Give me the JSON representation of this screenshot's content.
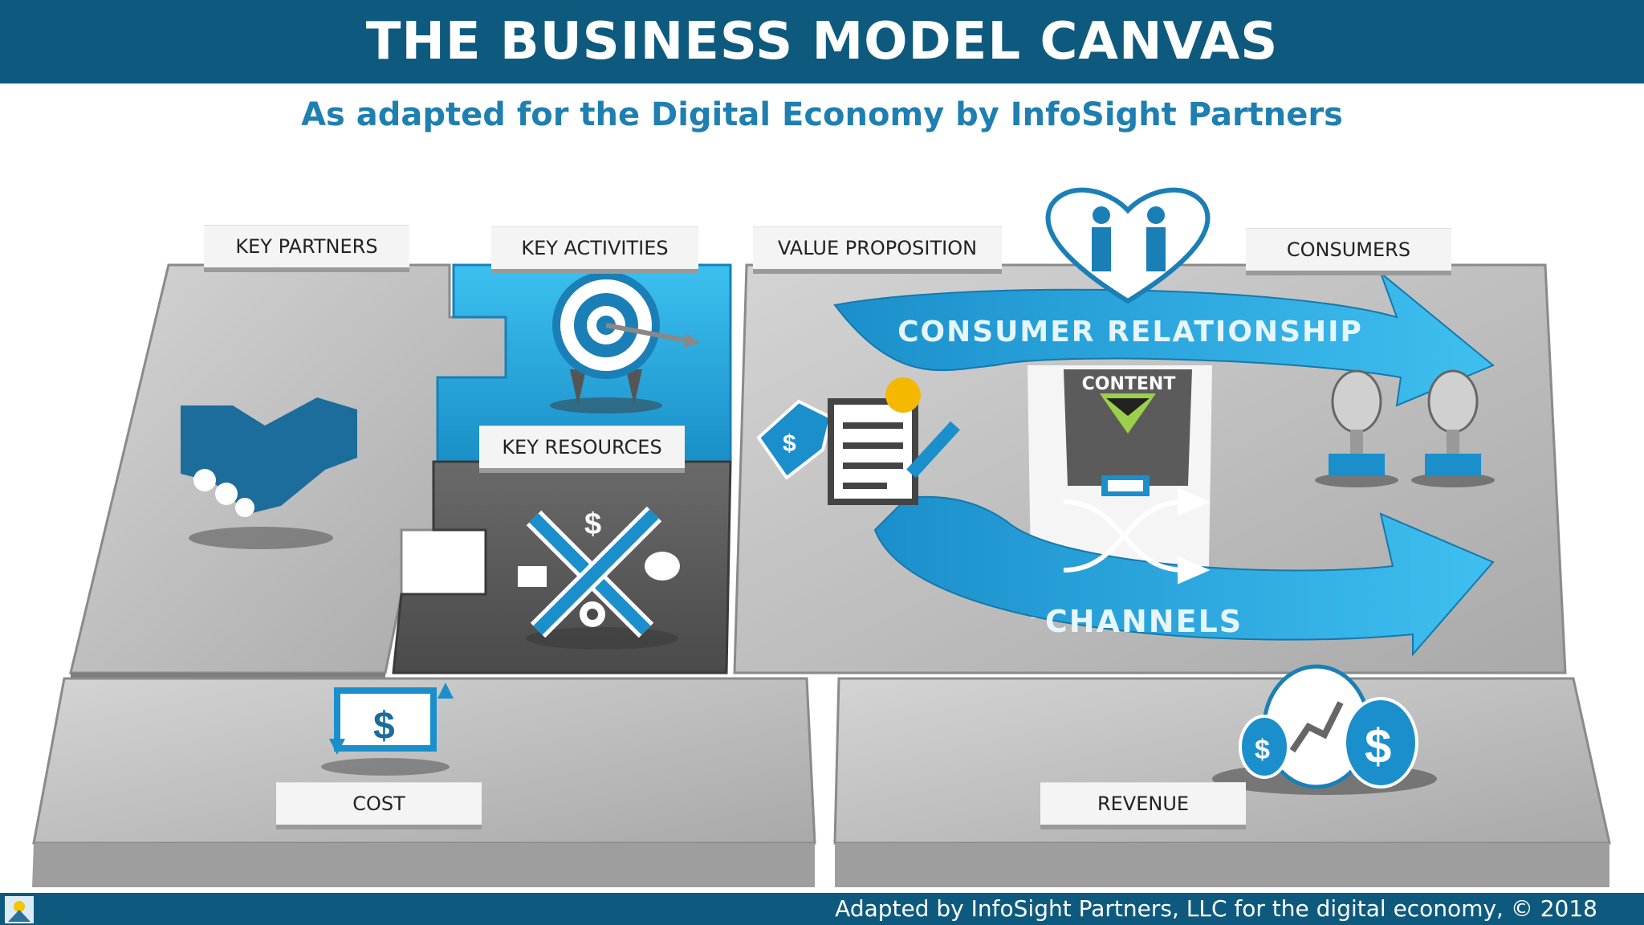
{
  "header": {
    "title": "THE BUSINESS MODEL CANVAS"
  },
  "subtitle": "As adapted for the Digital Economy by InfoSight Partners",
  "blocks": {
    "key_partners": "KEY PARTNERS",
    "key_activities": "KEY ACTIVITIES",
    "key_resources": "KEY RESOURCES",
    "value_proposition": "VALUE PROPOSITION",
    "consumers": "CONSUMERS",
    "consumer_relationship": "CONSUMER RELATIONSHIP",
    "content": "CONTENT",
    "channels": "CHANNELS",
    "cost": "COST",
    "revenue": "REVENUE"
  },
  "icons": [
    "handshake-icon",
    "target-icon",
    "tools-icon",
    "price-tag-icon",
    "document-icon",
    "heart-handshake-icon",
    "consumer-avatars-icon",
    "money-bags-icon",
    "cost-cycle-icon",
    "shuffle-icon"
  ],
  "colors": {
    "header": "#0e5a7e",
    "accent": "#1e7fb0",
    "arrow_blue": "#2aa6de",
    "block_gray": "#bdbdbd",
    "dark_gray": "#5a5a5a"
  },
  "footer": {
    "text": "Adapted by InfoSight Partners, LLC for the digital economy, © 2018"
  }
}
